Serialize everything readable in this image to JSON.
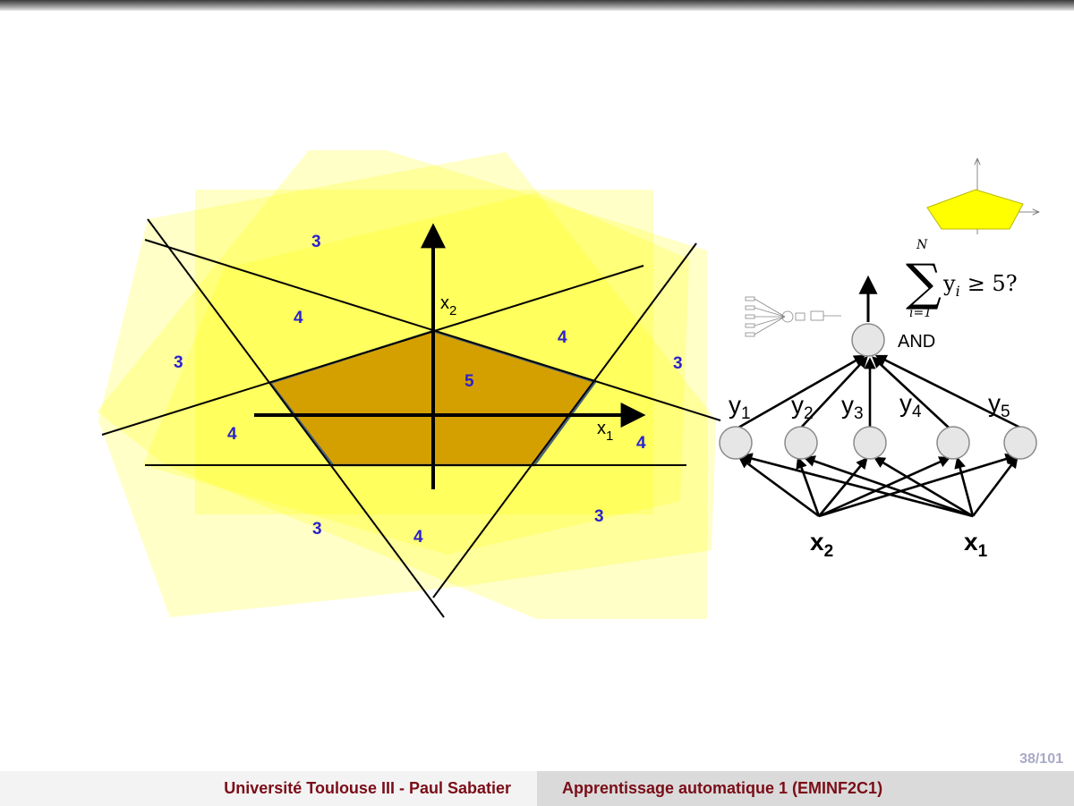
{
  "slide": {
    "page_number": "38/101",
    "footer_left": "Université Toulouse III - Paul Sabatier",
    "footer_right": "Apprentissage automatique 1 (EMINF2C1)"
  },
  "region_plot": {
    "axis_x_label": "x",
    "axis_x_sub": "1",
    "axis_y_label": "x",
    "axis_y_sub": "2",
    "region_counts": {
      "top": "3",
      "upper_left": "4",
      "left": "3",
      "center": "5",
      "upper_right": "4",
      "right": "3",
      "lower_left_4": "4",
      "right_4": "4",
      "bottom_left_3": "3",
      "bottom_4": "4",
      "bottom_right_3": "3"
    },
    "colors": {
      "region_fill": "#ffff00",
      "pentagon_fill": "#d4a000",
      "count_color": "#2b22cc"
    }
  },
  "network": {
    "output_label": "AND",
    "sum_N": "N",
    "sum_symbol": "∑",
    "sum_lower": "i=1",
    "sum_y": "y",
    "sum_i": "i",
    "sum_condition": "≥ 5?",
    "hidden_labels": [
      {
        "base": "y",
        "sub": "1"
      },
      {
        "base": "y",
        "sub": "2"
      },
      {
        "base": "y",
        "sub": "3"
      },
      {
        "base": "y",
        "sub": "4"
      },
      {
        "base": "y",
        "sub": "5"
      }
    ],
    "inputs": [
      {
        "base": "x",
        "sub": "2"
      },
      {
        "base": "x",
        "sub": "1"
      }
    ]
  }
}
